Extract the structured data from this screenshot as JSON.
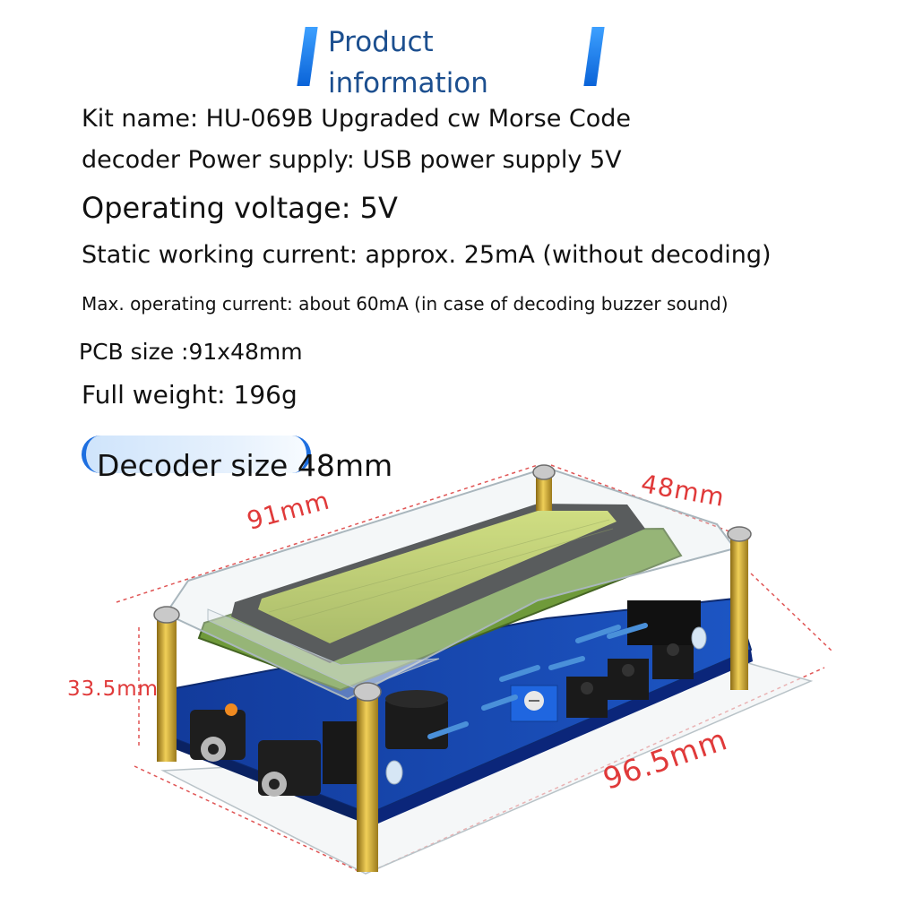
{
  "header": {
    "title_line1": "Product",
    "title_line2": "information",
    "accent_color": "#1e6fe0"
  },
  "info": {
    "line1": "Kit name: HU-069B Upgraded cw Morse Code",
    "line2": "decoder Power supply: USB power supply 5V",
    "line3": "Operating voltage: 5V",
    "line4": "Static working current: approx. 25mA (without decoding)",
    "line5": "Max. operating current: about 60mA (in case of decoding buzzer sound)",
    "line6": "PCB size :91x48mm",
    "line7": "Full weight: 196g",
    "line8": "Decoder size 48mm"
  },
  "dimensions": {
    "width": "91mm",
    "depth": "48mm",
    "height": "33.5mm",
    "length": "96.5mm",
    "color": "#e03a3a"
  }
}
